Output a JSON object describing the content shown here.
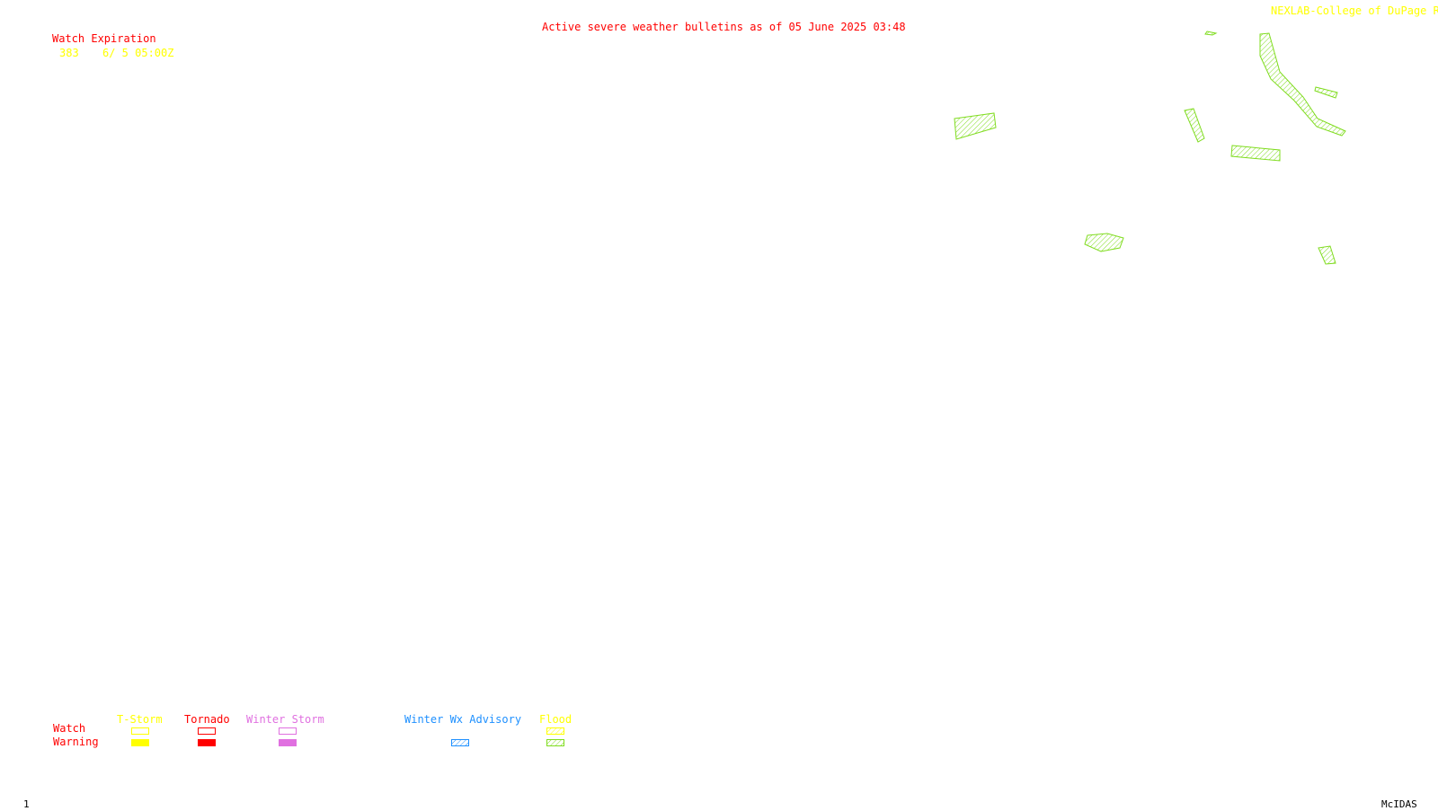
{
  "header": {
    "credit": "NEXLAB-College of DuPage R",
    "title": "Active severe weather bulletins as of 05 June 2025 03:48"
  },
  "watch_expiration": {
    "heading": "Watch Expiration",
    "entries": [
      {
        "number": "383",
        "expires": "6/ 5 05:00Z"
      }
    ]
  },
  "legend": {
    "row_watch": "Watch",
    "row_warning": "Warning",
    "categories": [
      {
        "label": "T-Storm",
        "color": "#ffff00"
      },
      {
        "label": "Tornado",
        "color": "#ff0000"
      },
      {
        "label": "Winter Storm",
        "color": "#e070e0"
      },
      {
        "label": "Winter Wx Advisory",
        "color": "#1e90ff"
      },
      {
        "label": "Flood",
        "color": "#7fdc1e"
      }
    ]
  },
  "map": {
    "flood_warning_color": "#7fdc1e",
    "flood_polygon_count": 9
  },
  "footer": {
    "frame": "1",
    "software": "McIDAS"
  }
}
